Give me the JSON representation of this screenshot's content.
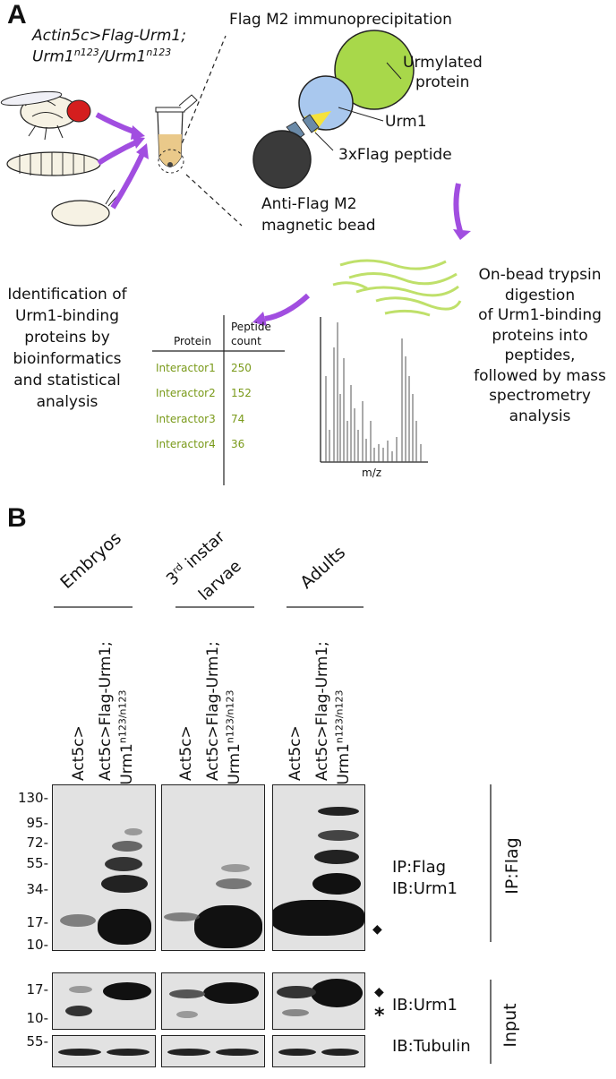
{
  "panel_a": {
    "letter": "A",
    "genotype_line1": "Actin5c>Flag-Urm1;",
    "genotype_line2_base": "Urm1",
    "genotype_sup": "n123",
    "genotype_slash": "/Urm1",
    "genotype_sup2": "n123",
    "ip_title": "Flag M2 immunoprecipitation",
    "urmylated_label_1": "Urmylated",
    "urmylated_label_2": "protein",
    "urm1_label": "Urm1",
    "flag_peptide_label": "3xFlag peptide",
    "bead_label_1": "Anti-Flag M2",
    "bead_label_2": "magnetic bead",
    "digestion_lines": [
      "On-bead trypsin",
      "digestion",
      "of Urm1-binding",
      "proteins into",
      "peptides,",
      "followed by mass",
      "spectrometry",
      "analysis"
    ],
    "identification_lines": [
      "Identification of",
      "Urm1-binding",
      "proteins by",
      "bioinformatics",
      "and statistical",
      "analysis"
    ],
    "table": {
      "col_protein": "Protein",
      "col_count_1": "Peptide",
      "col_count_2": "count",
      "rows": [
        {
          "name": "Interactor1",
          "count": "250"
        },
        {
          "name": "Interactor2",
          "count": "152"
        },
        {
          "name": "Interactor3",
          "count": "74"
        },
        {
          "name": "Interactor4",
          "count": "36"
        }
      ]
    },
    "spectrum_xlabel": "m/z",
    "colors": {
      "urmylated": "#a8d84a",
      "urm1": "#a9c8ee",
      "bead": "#3a3a3a",
      "arrow": "#a14ee0",
      "peptide": "#bfe06a",
      "interactor_text": "#7a9a1a"
    }
  },
  "panel_b": {
    "letter": "B",
    "groups": [
      "Embryos",
      "3",
      "rd",
      "instar",
      "larvae",
      "Adults"
    ],
    "lane_control": "Act5c>",
    "lane_exp_1": "Act5c>Flag-Urm1;",
    "lane_exp_2_base": "Urm1",
    "lane_exp_2_sup": "n123/n123",
    "mw_ip": [
      "130-",
      "95-",
      "72-",
      "55-",
      "34-",
      "17-",
      "10-"
    ],
    "mw_input": [
      "17-",
      "10-"
    ],
    "mw_tub": [
      "55-"
    ],
    "ip_label_1": "IP:Flag",
    "ip_label_2": "IB:Urm1",
    "ip_bracket": "IP:Flag",
    "input_label_urm1": "IB:Urm1",
    "input_label_tub": "IB:Tubulin",
    "input_bracket": "Input",
    "diamond_symbol": "◆",
    "asterisk_symbol": "*"
  }
}
